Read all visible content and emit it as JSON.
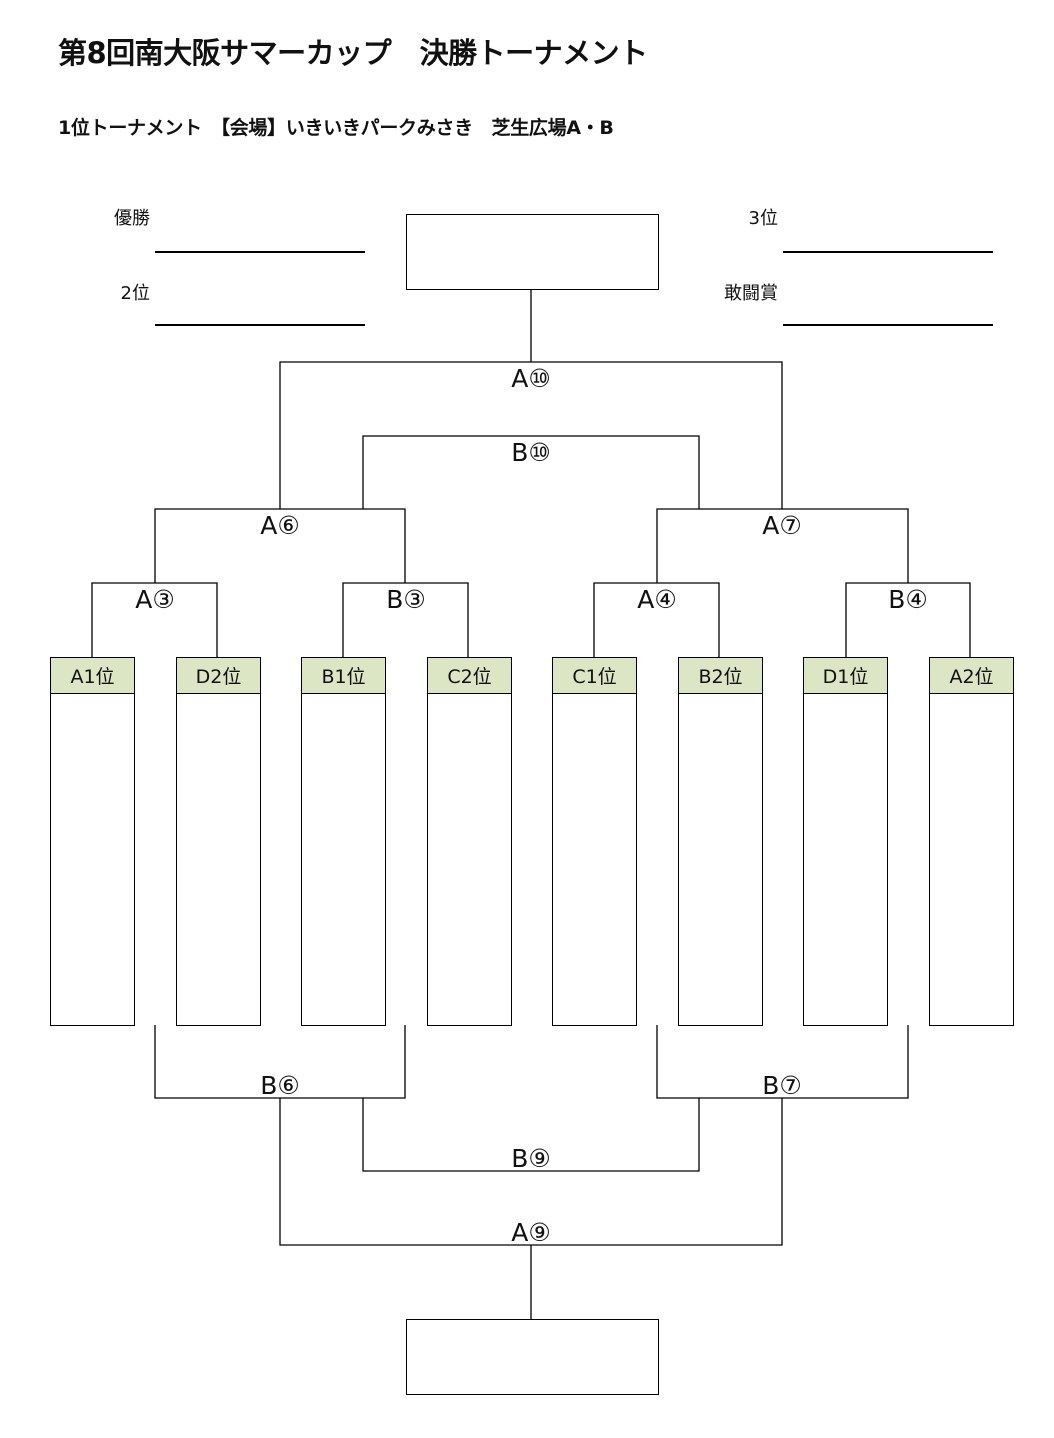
{
  "header": {
    "title": "第8回南大阪サマーカップ　決勝トーナメント",
    "subtitle": "1位トーナメント　【会場】いきいきパークみさき　芝生広場A・B"
  },
  "awards": {
    "first": "優勝",
    "second": "2位",
    "third": "3位",
    "fighting_spirit": "敢闘賞"
  },
  "teams": [
    "A1位",
    "D2位",
    "B1位",
    "C2位",
    "C1位",
    "B2位",
    "D1位",
    "A2位"
  ],
  "matches": {
    "a3": "A③",
    "b3": "B③",
    "a4": "A④",
    "b4": "B④",
    "a6": "A⑥",
    "a7": "A⑦",
    "b10": "B⑩",
    "a10": "A⑩",
    "b6": "B⑥",
    "b7": "B⑦",
    "b9": "B⑨",
    "a9": "A⑨"
  },
  "colors": {
    "team_header_fill": "#dde6c4",
    "line": "#000000"
  }
}
